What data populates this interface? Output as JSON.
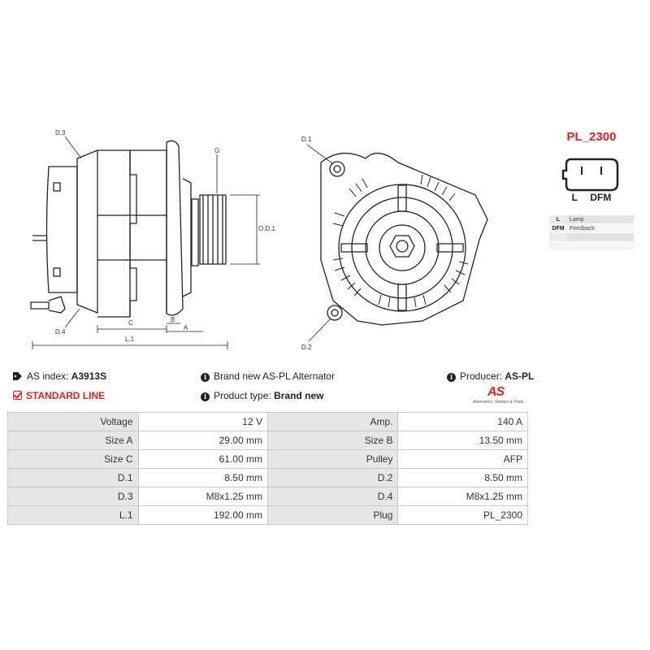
{
  "drawing": {
    "labels": {
      "d3": "D.3",
      "d4": "D.4",
      "g": "G",
      "od1": "O.D.1",
      "c": "C",
      "b": "B",
      "a": "A",
      "l1": "L.1",
      "d1": "D.1",
      "d2": "D.2"
    }
  },
  "plug": {
    "title": "PL_2300",
    "pins": [
      "L",
      "DFM"
    ],
    "pin_table": [
      {
        "key": "L",
        "value": "Lamp"
      },
      {
        "key": "DFM",
        "value": "Feedback"
      },
      {
        "key": "",
        "value": ""
      },
      {
        "key": "",
        "value": ""
      }
    ]
  },
  "info": {
    "as_index_label": "AS index:",
    "as_index_value": "A3913S",
    "standard_line": "STANDARD LINE",
    "description": "Brand new AS-PL Alternator",
    "product_type_label": "Product type:",
    "product_type_value": "Brand new",
    "producer_label": "Producer:",
    "producer_value": "AS-PL"
  },
  "logo": {
    "text": "AS",
    "tagline": "Alternators, Starters & Parts"
  },
  "specs": [
    {
      "label": "Voltage",
      "value": "12 V",
      "label2": "Amp.",
      "value2": "140 A"
    },
    {
      "label": "Size A",
      "value": "29.00 mm",
      "label2": "Size B",
      "value2": "13.50 mm"
    },
    {
      "label": "Size C",
      "value": "61.00 mm",
      "label2": "Pulley",
      "value2": "AFP"
    },
    {
      "label": "D.1",
      "value": "8.50 mm",
      "label2": "D.2",
      "value2": "8.50 mm"
    },
    {
      "label": "D.3",
      "value": "M8x1.25 mm",
      "label2": "D.4",
      "value2": "M8x1.25 mm"
    },
    {
      "label": "L.1",
      "value": "192.00 mm",
      "label2": "Plug",
      "value2": "PL_2300"
    }
  ],
  "colors": {
    "accent": "#e02020",
    "table_label_bg": "#e6e6e6",
    "line": "#222222"
  }
}
